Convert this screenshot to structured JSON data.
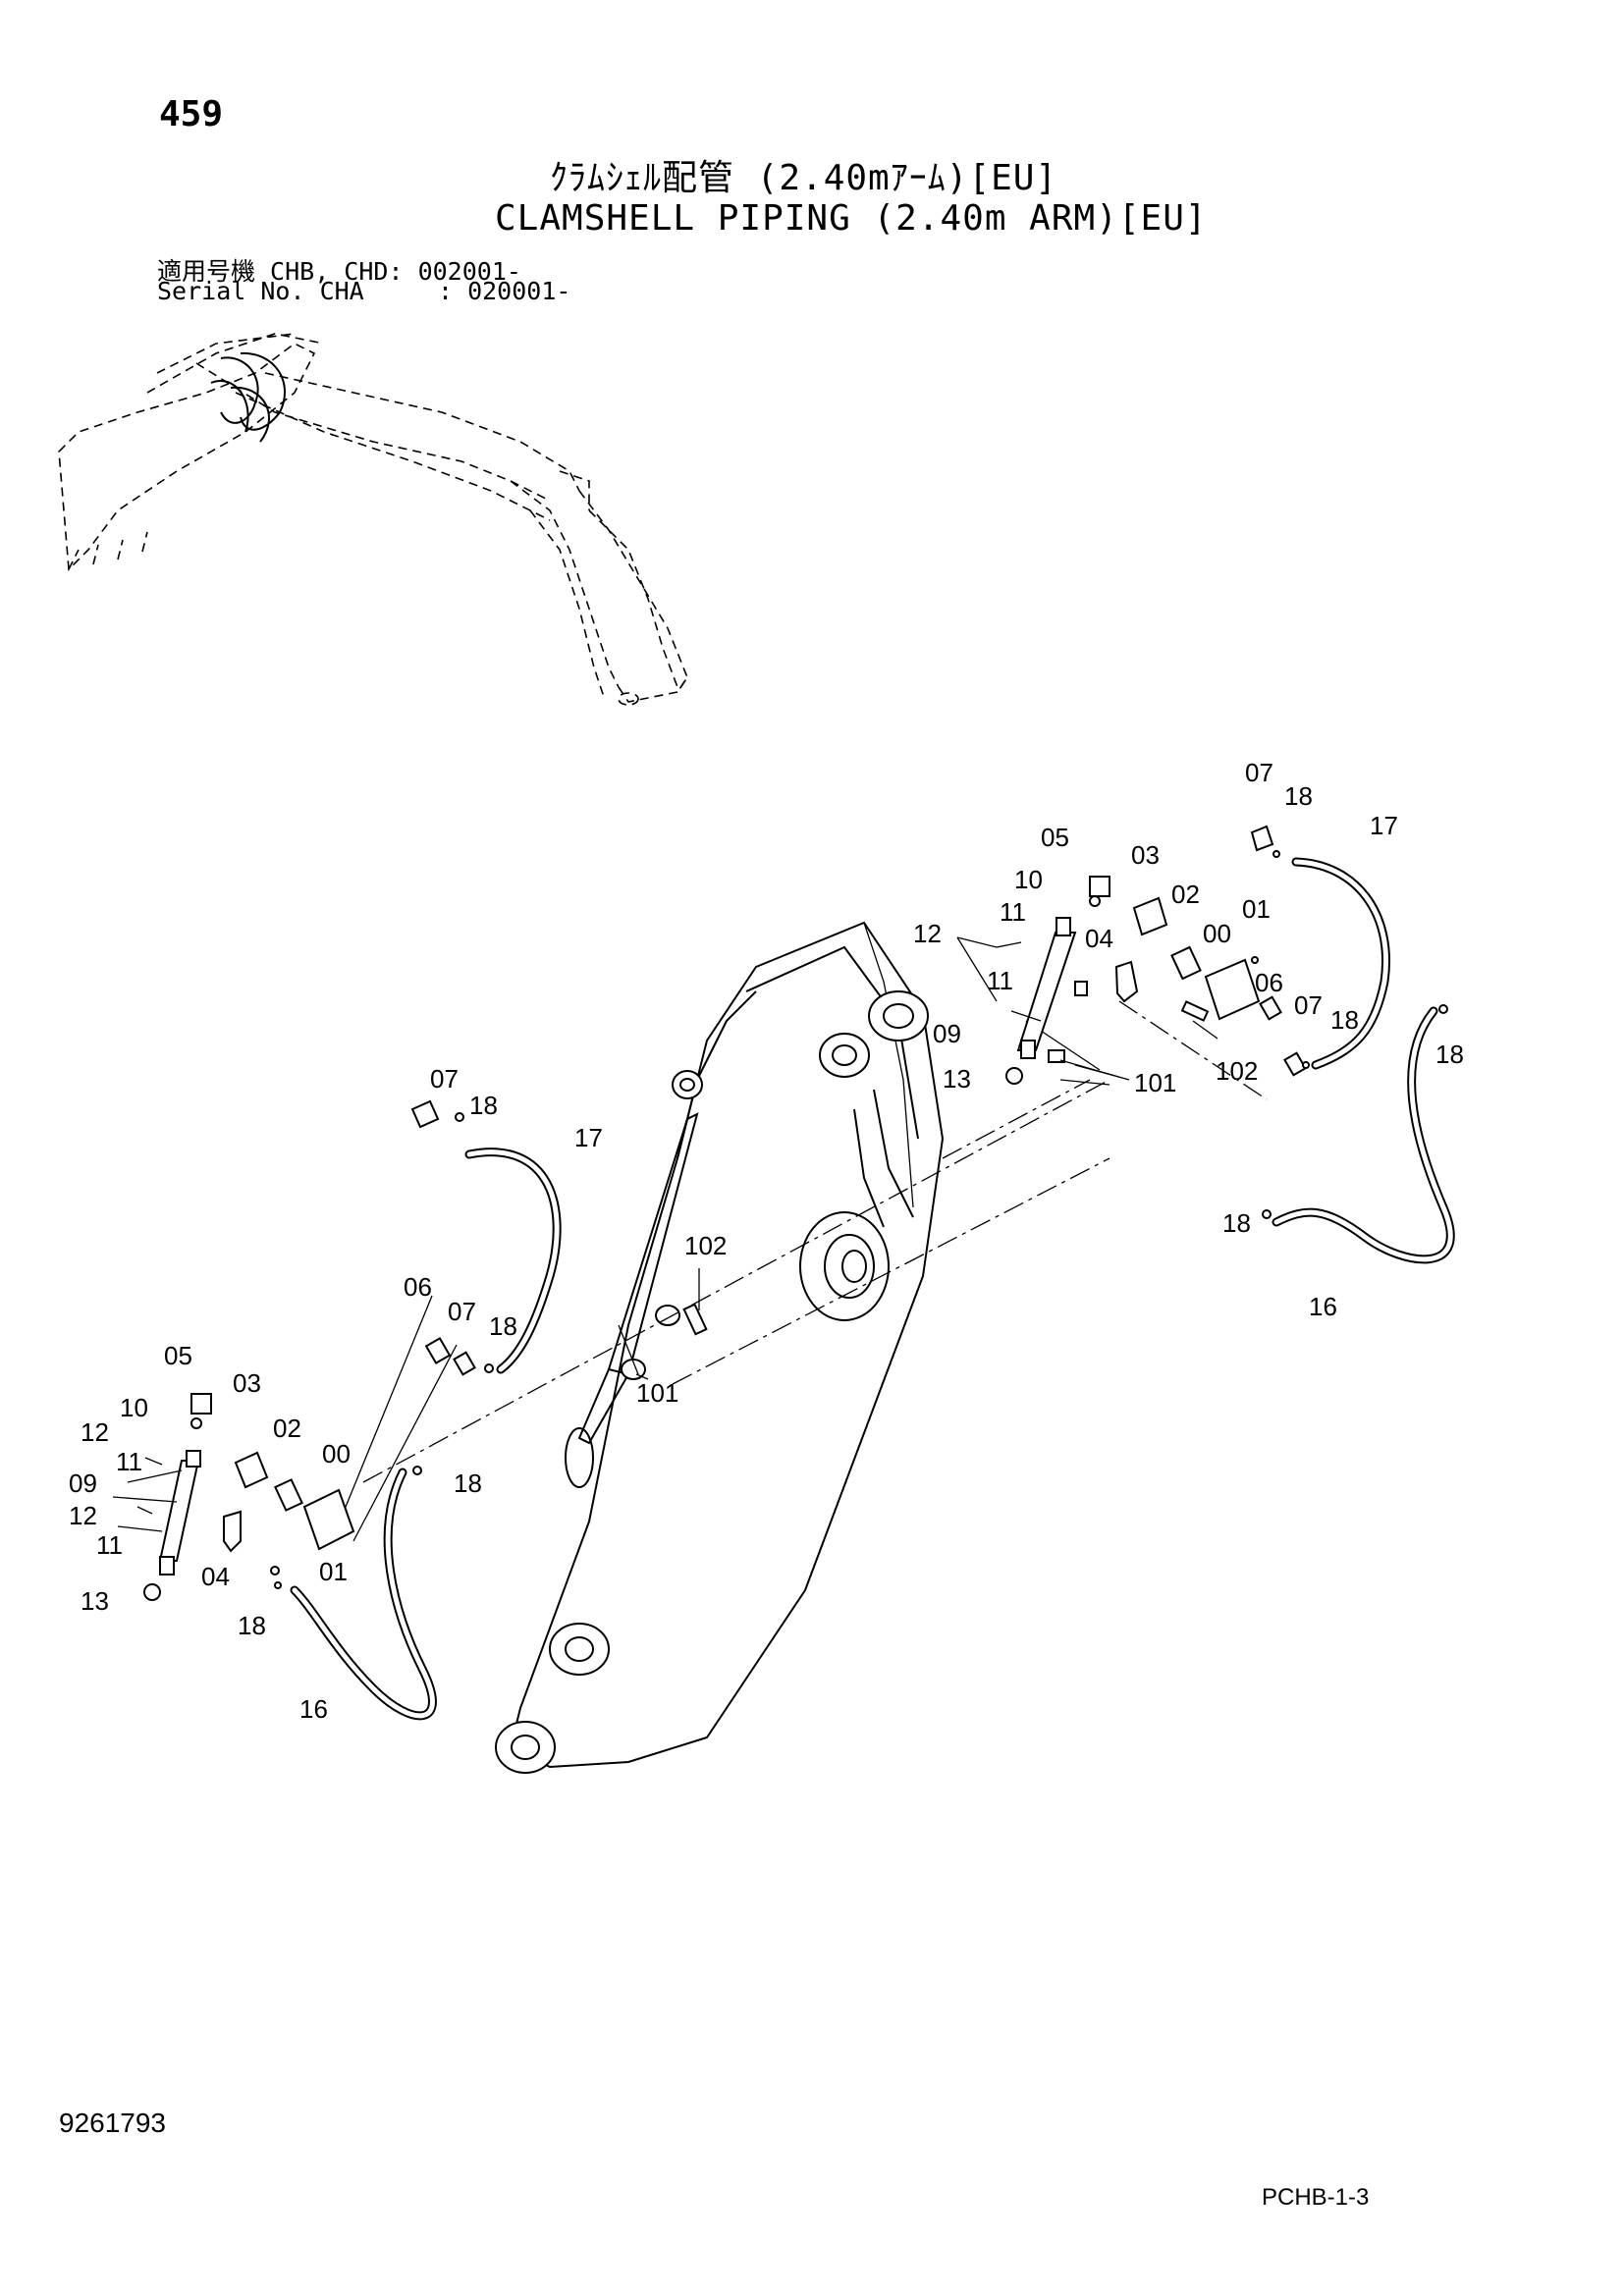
{
  "header": {
    "page_number": "459",
    "title_jp": "ｸﾗﾑｼｪﾙ配管 (2.40mｱｰﾑ)[EU]",
    "title_en": "CLAMSHELL PIPING (2.40m ARM)[EU]",
    "serial_line_1": "適用号機 CHB, CHD: 002001-",
    "serial_line_2": "Serial No. CHA     : 020001-"
  },
  "callouts": {
    "c00": "00",
    "c01": "01",
    "c02": "02",
    "c03": "03",
    "c04": "04",
    "c05": "05",
    "c06": "06",
    "c07": "07",
    "c09": "09",
    "c10": "10",
    "c11": "11",
    "c12": "12",
    "c13": "13",
    "c16": "16",
    "c17": "17",
    "c18": "18",
    "c101": "101",
    "c102": "102"
  },
  "footer": {
    "document_id": "9261793",
    "sheet_code": "PCHB-1-3"
  }
}
